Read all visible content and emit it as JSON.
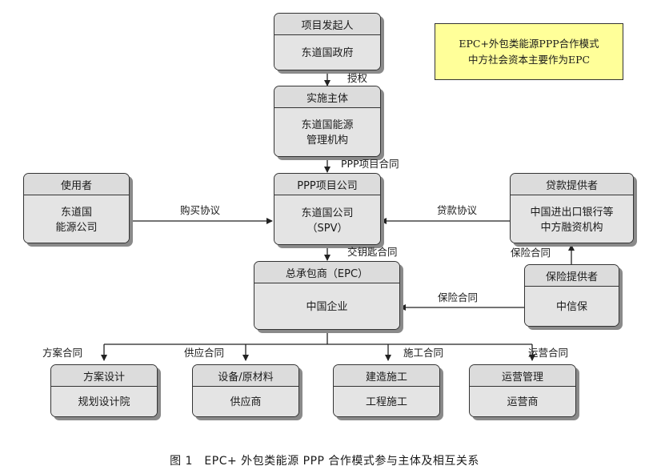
{
  "boxes": {
    "initiator": {
      "title": "项目发起人",
      "body": "东道国政府"
    },
    "implementer": {
      "title": "实施主体",
      "body": "东道国能源\n管理机构"
    },
    "user": {
      "title": "使用者",
      "body": "东道国\n能源公司"
    },
    "spv": {
      "title": "PPP项目公司",
      "body": "东道国公司\n（SPV）"
    },
    "lender": {
      "title": "贷款提供者",
      "body": "中国进出口银行等\n中方融资机构"
    },
    "epc": {
      "title": "总承包商（EPC）",
      "body": "中国企业"
    },
    "insurer": {
      "title": "保险提供者",
      "body": "中信保"
    },
    "design": {
      "title": "方案设计",
      "body": "规划设计院"
    },
    "equipment": {
      "title": "设备/原材料",
      "body": "供应商"
    },
    "construction": {
      "title": "建造施工",
      "body": "工程施工"
    },
    "operation": {
      "title": "运营管理",
      "body": "运营商"
    }
  },
  "note": "EPC+外包类能源PPP合作模式\n中方社会资本主要作为EPC",
  "labels": {
    "authorize": "授权",
    "ppp_contract": "PPP项目合同",
    "purchase_agreement": "购买协议",
    "loan_agreement": "贷款协议",
    "turnkey_contract": "交钥匙合同",
    "insurance_contract_1": "保险合同",
    "insurance_contract_2": "保险合同",
    "design_contract": "方案合同",
    "supply_contract": "供应合同",
    "construction_contract": "施工合同",
    "operation_contract": "运营合同"
  },
  "caption": "图 1　EPC+ 外包类能源 PPP 合作模式参与主体及相互关系"
}
